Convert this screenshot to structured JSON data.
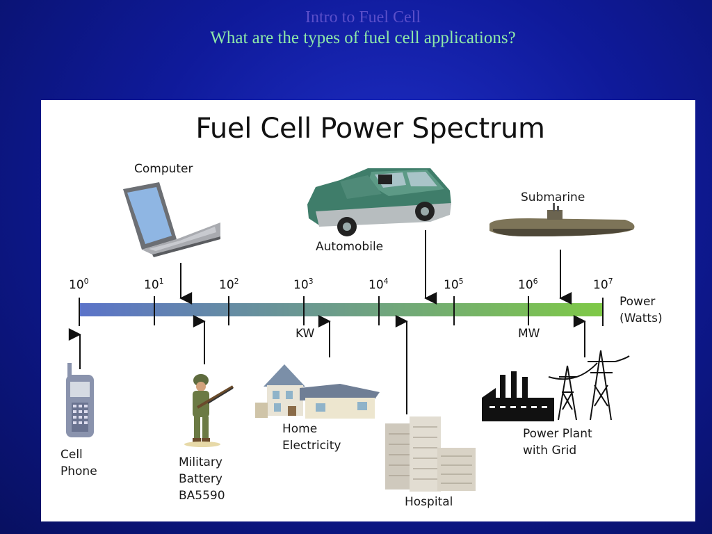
{
  "slide": {
    "title": "Intro to Fuel Cell",
    "subtitle": "What are the types of fuel cell applications?"
  },
  "figure": {
    "title": "Fuel Cell Power Spectrum",
    "axis": {
      "ticks": [
        {
          "base": "10",
          "exp": "0"
        },
        {
          "base": "10",
          "exp": "1"
        },
        {
          "base": "10",
          "exp": "2"
        },
        {
          "base": "10",
          "exp": "3"
        },
        {
          "base": "10",
          "exp": "4"
        },
        {
          "base": "10",
          "exp": "5"
        },
        {
          "base": "10",
          "exp": "6"
        },
        {
          "base": "10",
          "exp": "7"
        }
      ],
      "unit_line1": "Power",
      "unit_line2": "(Watts)",
      "kw_label": "KW",
      "mw_label": "MW",
      "colors": {
        "start": "#5b73c9",
        "end": "#7fc947"
      }
    },
    "applications": {
      "computer": "Computer",
      "automobile": "Automobile",
      "submarine": "Submarine",
      "cell_phone_line1": "Cell",
      "cell_phone_line2": "Phone",
      "military_line1": "Military",
      "military_line2": "Battery",
      "military_line3": "BA5590",
      "home_line1": "Home",
      "home_line2": "Electricity",
      "hospital": "Hospital",
      "power_plant_line1": "Power Plant",
      "power_plant_line2": "with Grid"
    }
  }
}
